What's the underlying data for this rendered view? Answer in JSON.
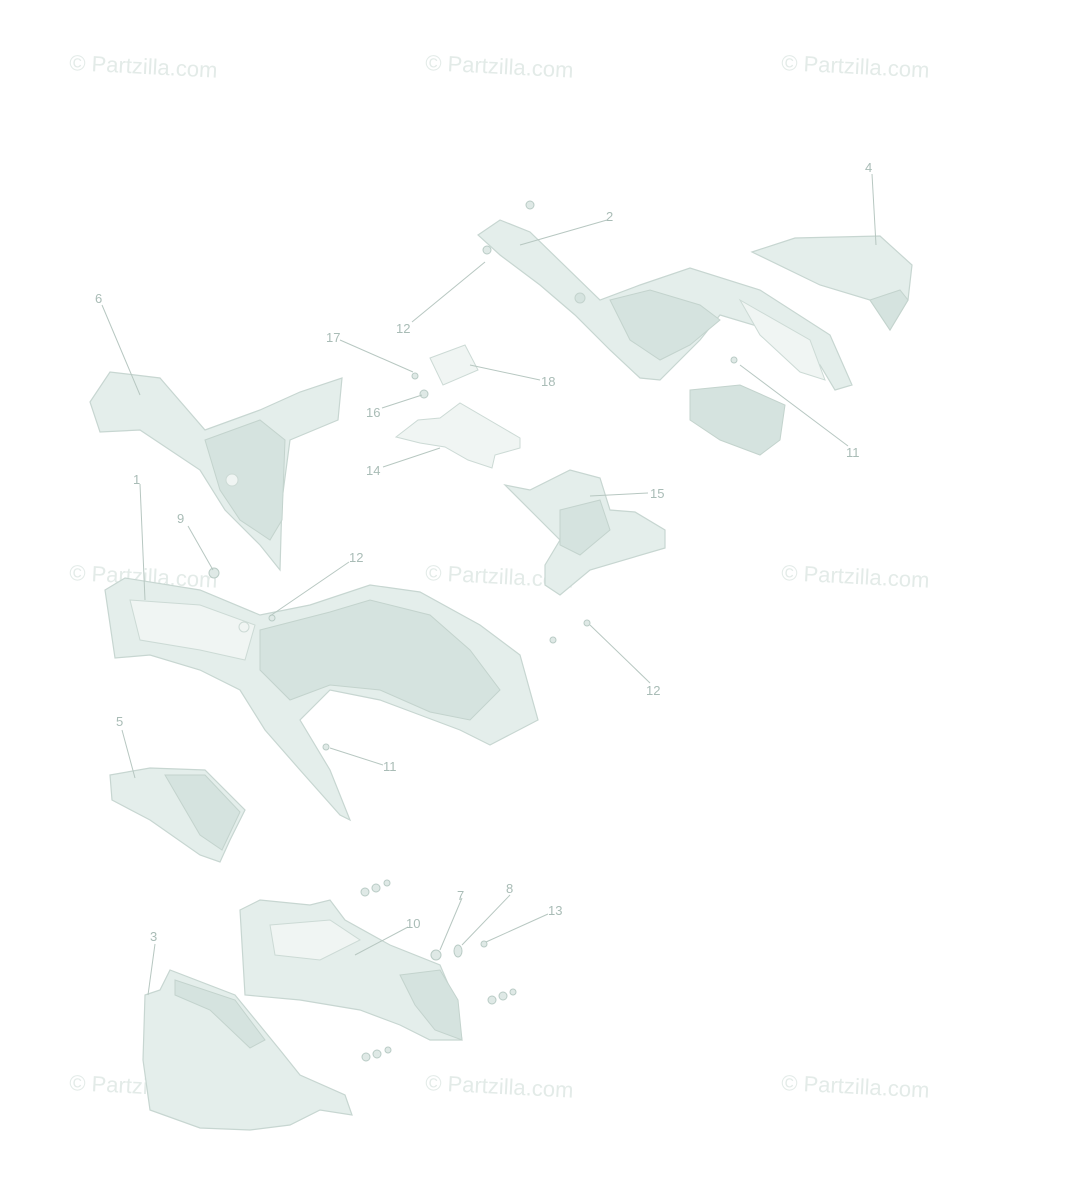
{
  "watermarks": [
    "© Partzilla.com",
    "© Partzilla.com",
    "© Partzilla.com",
    "© Partzilla.com",
    "© Partzilla.com",
    "© Partzilla.com",
    "© Partzilla.com",
    "© Partzilla.com",
    "© Partzilla.com"
  ],
  "callouts": {
    "c1": "1",
    "c2": "2",
    "c3": "3",
    "c4": "4",
    "c5": "5",
    "c6": "6",
    "c7": "7",
    "c8": "8",
    "c9": "9",
    "c10": "10",
    "c11a": "11",
    "c11b": "11",
    "c12a": "12",
    "c12b": "12",
    "c12c": "12",
    "c13": "13",
    "c14": "14",
    "c15": "15",
    "c16": "16",
    "c17": "17",
    "c18": "18"
  },
  "colors": {
    "part_fill": "#e4eeeb",
    "part_stroke": "#c7d6d1",
    "callout_text": "#a9bcb6",
    "watermark": "#e3ebe8"
  }
}
